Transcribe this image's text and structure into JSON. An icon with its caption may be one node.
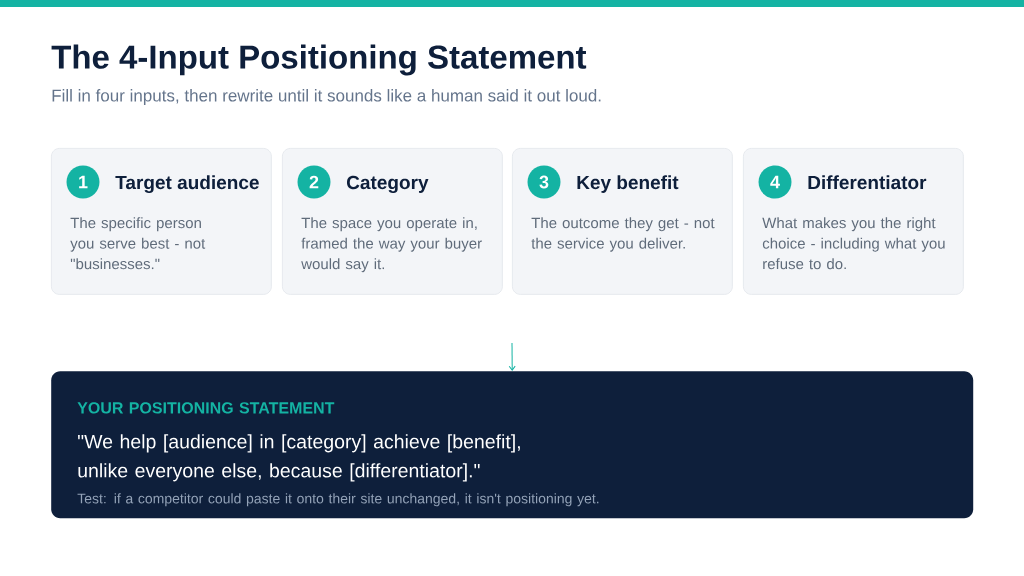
{
  "diagram": {
    "title": "The 4-Input Positioning Statement",
    "nodes": [
      {
        "text": [
          "Target audience",
          "The specific person you serve best - not \"businesses.\""
        ]
      },
      {
        "text": [
          "1"
        ],
        "in": 0
      },
      {
        "text": [
          "Category",
          "The space you operate in, framed the way your buyer would say it."
        ]
      },
      {
        "text": [
          "2"
        ],
        "in": 2
      },
      {
        "text": [
          "Key benefit",
          "The outcome they get - not the service you deliver."
        ]
      },
      {
        "text": [
          "3"
        ],
        "in": 4
      },
      {
        "text": [
          "Differentiator",
          "What makes you the right choice - including what you refuse to do."
        ]
      },
      {
        "text": [
          "4"
        ],
        "in": 6
      },
      {
        "text": [
          "YOUR POSITIONING STATEMENT",
          "\"We help [audience] in [category] achieve [benefit], unlike everyone else, because [differentiator].\"",
          "Test: if a competitor could paste it onto their site unchanged, it isn't positioning yet."
        ]
      }
    ],
    "edges": [
      {
        "from": null,
        "to": 8,
        "arrow": "to"
      }
    ],
    "labels": [
      "Fill in four inputs, then rewrite until it sounds like a human said it out loud."
    ]
  }
}
